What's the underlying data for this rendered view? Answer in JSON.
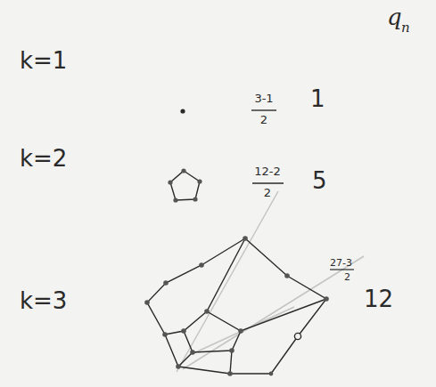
{
  "diagram": {
    "labels": [
      "q",
      "n",
      "k=1",
      "3-1",
      "2",
      "1",
      "k=2",
      "12-2",
      "2",
      "5",
      "k=3",
      "27-3",
      "2",
      "12"
    ]
  }
}
